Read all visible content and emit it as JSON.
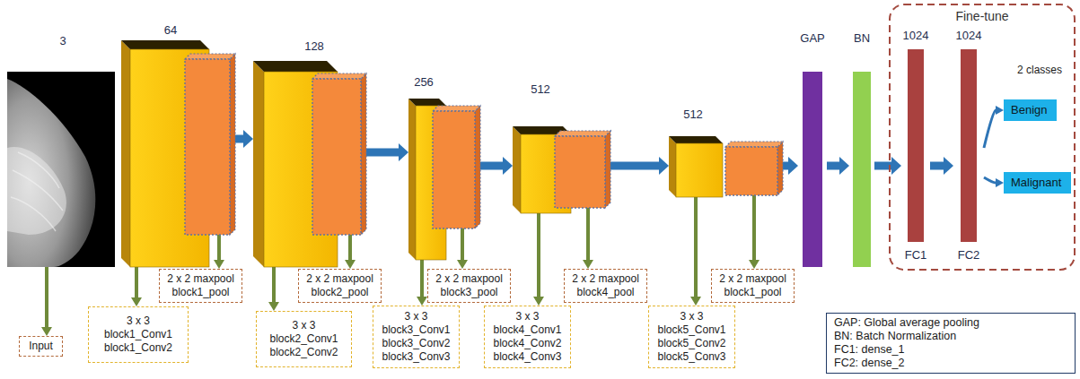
{
  "diagram": {
    "nodes": [
      {
        "text": [
          "3"
        ]
      },
      {
        "text": [
          "Input"
        ]
      },
      {
        "text": [
          "64"
        ]
      },
      {
        "text": [
          "3 x 3",
          "block1_Conv1",
          "block1_Conv2"
        ]
      },
      {
        "text": [
          "2 x 2 maxpool",
          "block1_pool"
        ]
      },
      {
        "text": [
          "128"
        ]
      },
      {
        "text": [
          "3 x 3",
          "block2_Conv1",
          "block2_Conv2"
        ]
      },
      {
        "text": [
          "2 x 2 maxpool",
          "block2_pool"
        ]
      },
      {
        "text": [
          "256"
        ]
      },
      {
        "text": [
          "3 x 3",
          "block3_Conv1",
          "block3_Conv2",
          "block3_Conv3"
        ]
      },
      {
        "text": [
          "2 x 2 maxpool",
          "block3_pool"
        ]
      },
      {
        "text": [
          "512"
        ]
      },
      {
        "text": [
          "3 x 3",
          "block4_Conv1",
          "block4_Conv2",
          "block4_Conv3"
        ]
      },
      {
        "text": [
          "2 x 2 maxpool",
          "block4_pool"
        ]
      },
      {
        "text": [
          "512"
        ]
      },
      {
        "text": [
          "3 x 3",
          "block5_Conv1",
          "block5_Conv2",
          "block5_Conv3"
        ]
      },
      {
        "text": [
          "2 x 2 maxpool",
          "block1_pool"
        ]
      },
      {
        "text": [
          "GAP"
        ]
      },
      {
        "text": [
          "BN"
        ]
      },
      {
        "text": [
          "Fine-tune"
        ]
      },
      {
        "text": [
          "1024",
          "FC1"
        ],
        "in": 19
      },
      {
        "text": [
          "1024",
          "FC2"
        ],
        "in": 19
      },
      {
        "text": [
          "Benign"
        ],
        "in": 19
      },
      {
        "text": [
          "Malignant"
        ],
        "in": 19
      }
    ],
    "edges": [
      {
        "from": 0,
        "to": 1,
        "arrow": "to"
      },
      {
        "from": 2,
        "to": 3,
        "arrow": "to"
      },
      {
        "from": 2,
        "to": 4,
        "arrow": "to"
      },
      {
        "from": 2,
        "to": 5,
        "arrow": "to"
      },
      {
        "from": 5,
        "to": 6,
        "arrow": "to"
      },
      {
        "from": 5,
        "to": 7,
        "arrow": "to"
      },
      {
        "from": 5,
        "to": 8,
        "arrow": "to"
      },
      {
        "from": 8,
        "to": 9,
        "arrow": "to"
      },
      {
        "from": 8,
        "to": 10,
        "arrow": "to"
      },
      {
        "from": 8,
        "to": 11,
        "arrow": "to"
      },
      {
        "from": 11,
        "to": 12,
        "arrow": "to"
      },
      {
        "from": 11,
        "to": 13,
        "arrow": "to"
      },
      {
        "from": 11,
        "to": 14,
        "arrow": "to"
      },
      {
        "from": 14,
        "to": 15,
        "arrow": "to"
      },
      {
        "from": 14,
        "to": 16,
        "arrow": "to"
      },
      {
        "from": 14,
        "to": 17,
        "arrow": "to"
      },
      {
        "from": 17,
        "to": 18,
        "arrow": "to"
      },
      {
        "from": 18,
        "to": 20,
        "arrow": "to"
      },
      {
        "from": 20,
        "to": 21,
        "arrow": "to"
      },
      {
        "from": 21,
        "to": 22,
        "arrow": "to"
      },
      {
        "from": 21,
        "to": 23,
        "arrow": "to"
      }
    ],
    "labels": [
      "2 classes"
    ],
    "legend": [
      {
        "text": "GAP: Global average pooling"
      },
      {
        "text": "BN: Batch Normalization"
      },
      {
        "text": "FC1: dense_1"
      },
      {
        "text": "FC2: dense_2"
      }
    ]
  }
}
